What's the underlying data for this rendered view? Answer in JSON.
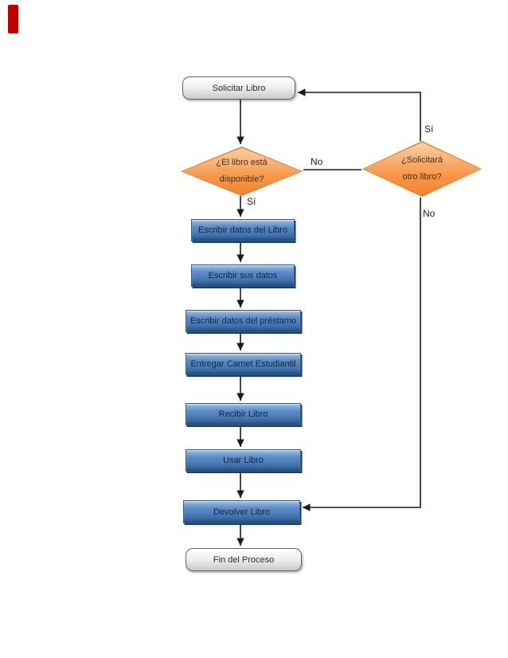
{
  "flowchart": {
    "nodes": [
      {
        "id": "start",
        "type": "terminator",
        "label": "Solicitar Libro"
      },
      {
        "id": "decision-disponible",
        "type": "decision",
        "label": "¿El libro está disponible?"
      },
      {
        "id": "decision-otro-libro",
        "type": "decision",
        "label": "¿Solicitará otro libro?"
      },
      {
        "id": "p1",
        "type": "process",
        "label": "Escribir datos del Libro"
      },
      {
        "id": "p2",
        "type": "process",
        "label": "Escribir sus datos"
      },
      {
        "id": "p3",
        "type": "process",
        "label": "Escribir datos del préstamo"
      },
      {
        "id": "p4",
        "type": "process",
        "label": "Entregar Carnet Estudiantil"
      },
      {
        "id": "p5",
        "type": "process",
        "label": "Recibir Libro"
      },
      {
        "id": "p6",
        "type": "process",
        "label": "Usar Libro"
      },
      {
        "id": "p7",
        "type": "process",
        "label": "Devolver Libro"
      },
      {
        "id": "end",
        "type": "terminator",
        "label": "Fin del Proceso"
      }
    ],
    "edge_labels": [
      {
        "id": "no-disponible",
        "text": "No"
      },
      {
        "id": "si-disponible",
        "text": "Sí"
      },
      {
        "id": "si-otro-libro",
        "text": "Sí"
      },
      {
        "id": "no-otro-libro",
        "text": "No"
      }
    ],
    "edges": [
      {
        "from": "start",
        "to": "decision-disponible",
        "label": ""
      },
      {
        "from": "decision-disponible",
        "to": "p1",
        "label": "Sí"
      },
      {
        "from": "decision-disponible",
        "to": "decision-otro-libro",
        "label": "No"
      },
      {
        "from": "p1",
        "to": "p2",
        "label": ""
      },
      {
        "from": "p2",
        "to": "p3",
        "label": ""
      },
      {
        "from": "p3",
        "to": "p4",
        "label": ""
      },
      {
        "from": "p4",
        "to": "p5",
        "label": ""
      },
      {
        "from": "p5",
        "to": "p6",
        "label": ""
      },
      {
        "from": "p6",
        "to": "p7",
        "label": ""
      },
      {
        "from": "p7",
        "to": "end",
        "label": ""
      },
      {
        "from": "decision-otro-libro",
        "to": "start",
        "label": "Sí"
      },
      {
        "from": "decision-otro-libro",
        "to": "p7",
        "label": "No"
      }
    ],
    "colors": {
      "process_fill": "#4f81bd",
      "process_border": "#2e5c91",
      "process_shadow": "#1d3f66",
      "decision_fill": "#f79646",
      "decision_border": "#df7b2a",
      "terminator_fill": "#d9d9d9",
      "terminator_border": "#646464",
      "connector": "#1a1a1a",
      "red_marker": "#c00000"
    }
  }
}
